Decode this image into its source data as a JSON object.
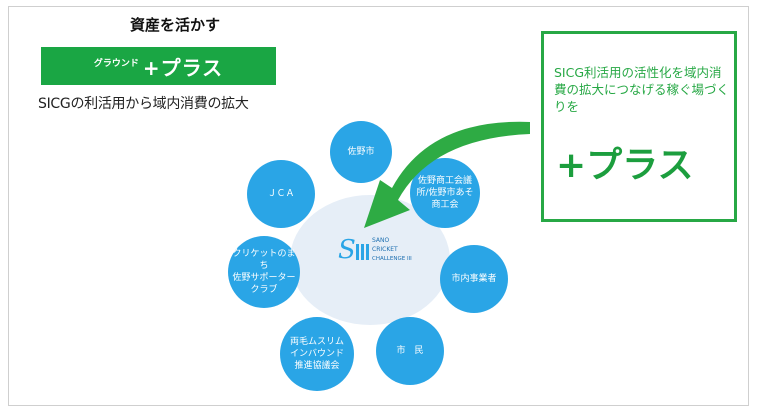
{
  "heading": "資産を活かす",
  "banner": {
    "small": "グラウンド",
    "big": "+プラス"
  },
  "subtitle": "SICGの利活用から域内消費の拡大",
  "callout": {
    "text": "SICG利活用の活性化を域内消費の拡大につなげる稼ぐ場づくりを",
    "plus": "+プラス"
  },
  "center_logo": {
    "line1": "SANO",
    "line2": "CRICKET",
    "line3": "CHALLENGE III"
  },
  "nodes": [
    {
      "label": "佐野市"
    },
    {
      "label": "佐野商工会議\n所/佐野市あそ\n商工会"
    },
    {
      "label": "市内事業者"
    },
    {
      "label": "市　民"
    },
    {
      "label": "両毛ムスリム\nインバウンド\n推進協議会"
    },
    {
      "label": "クリケットのまち\n佐野サポーター\nクラブ"
    },
    {
      "label": "ＪＣＡ"
    }
  ],
  "colors": {
    "green": "#1aa644",
    "blue": "#2aa5e6",
    "light_bg": "#e6eef7"
  }
}
